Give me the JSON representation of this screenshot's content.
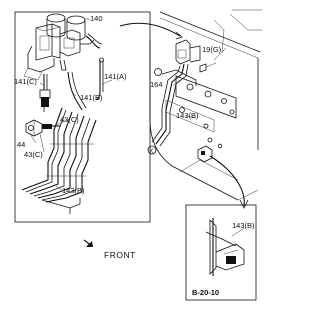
{
  "callouts": {
    "c140": "140",
    "c141c": "141(C)",
    "c141a": "141(A)",
    "c141b": "141(B)",
    "c43c_top": "43(C)",
    "c44": "44",
    "c43c_bot": "43(C)",
    "c143b_main": "143(B)",
    "c19g": "19(G)",
    "c164": "164",
    "c143b_right": "143(B)",
    "c143b_inset": "143(B)",
    "circle_k": "K"
  },
  "ref_box": "B-20-10",
  "direction": {
    "label": "FRONT",
    "icon": "arrow-down-right-icon"
  }
}
